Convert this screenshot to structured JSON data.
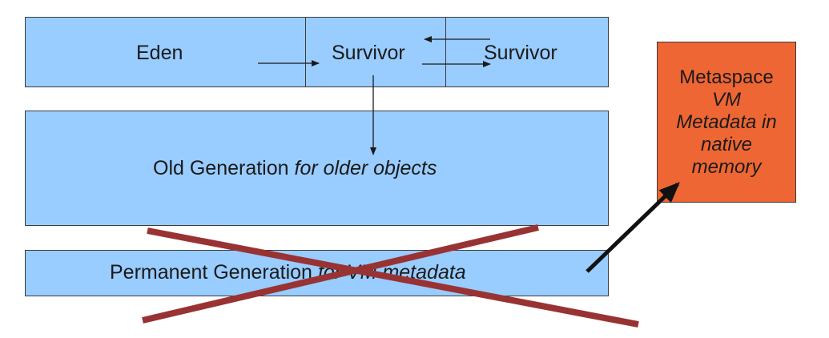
{
  "young_generation": {
    "eden_label": "Eden",
    "survivor1_label": "Survivor",
    "survivor2_label": "Survivor"
  },
  "old_generation": {
    "label": "Old Generation",
    "label_italic": "for older objects"
  },
  "permanent_generation": {
    "label": "Permanent Generation",
    "label_italic": "for VM metadata",
    "crossed_out": true
  },
  "metaspace": {
    "line1": "Metaspace",
    "line2": "VM",
    "line3": "Metadata in",
    "line4": "native",
    "line5": "memory"
  },
  "colors": {
    "heap_box": "#99ccff",
    "metaspace_box": "#ee6633",
    "cross": "#993333",
    "border": "#3b3b3b"
  }
}
